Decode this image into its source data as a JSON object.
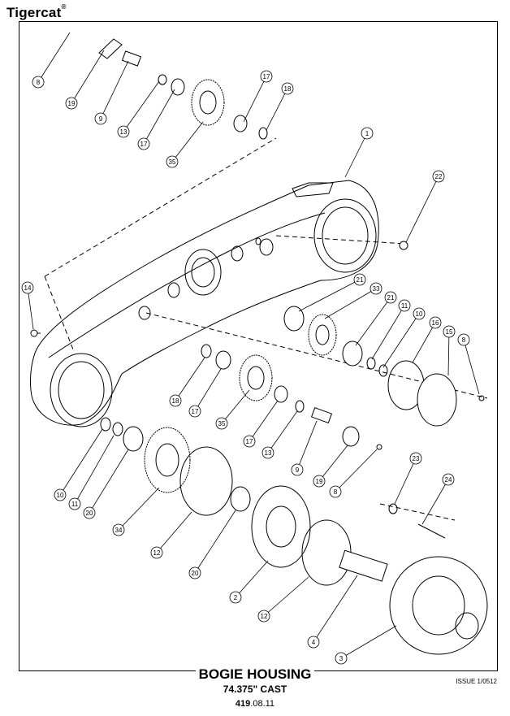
{
  "brand": {
    "name": "Tigercat",
    "mark": "®"
  },
  "title": "BOGIE HOUSING",
  "subtitle": "74.375\" CAST",
  "page_number_bold": "419",
  "page_number_rest": ".08.11",
  "issue": "ISSUE 1/0512",
  "callouts": [
    "8",
    "19",
    "9",
    "13",
    "17",
    "35",
    "17",
    "18",
    "1",
    "22",
    "14",
    "21",
    "33",
    "21",
    "11",
    "10",
    "16",
    "15",
    "8",
    "18",
    "17",
    "35",
    "17",
    "13",
    "9",
    "19",
    "8",
    "10",
    "11",
    "20",
    "34",
    "12",
    "20",
    "2",
    "12",
    "23",
    "24",
    "4",
    "3"
  ]
}
